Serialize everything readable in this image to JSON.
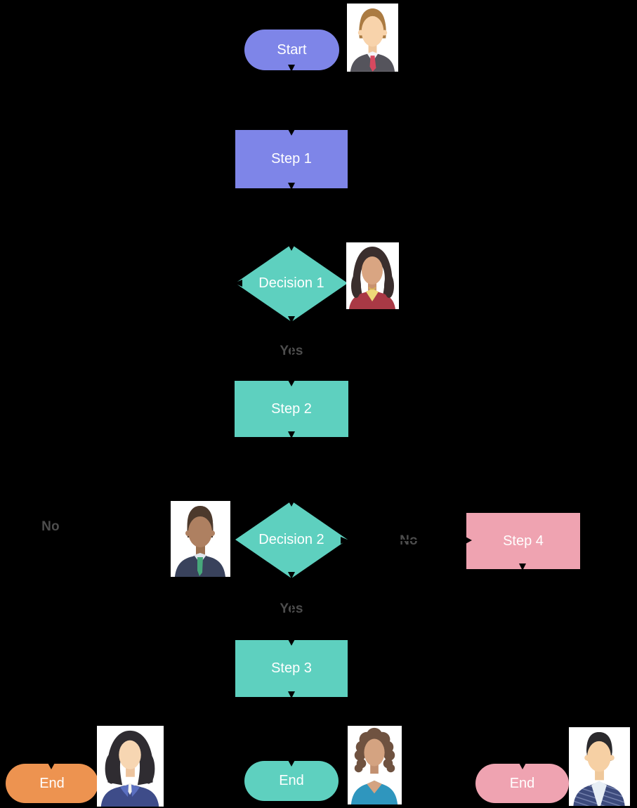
{
  "canvas": {
    "background_color": "#000000",
    "connector_color": "#000000"
  },
  "styles": {
    "edge_label_color": "#4D4D4D",
    "node_text_color": "#FFFFFF",
    "purple": "#7E85E8",
    "teal": "#5ED0BF",
    "pink": "#EFA3B1",
    "orange": "#ED9350"
  },
  "nodes": {
    "start": {
      "label": "Start",
      "shape": "terminator",
      "color": "#7E85E8"
    },
    "step1": {
      "label": "Step 1",
      "shape": "process",
      "color": "#7E85E8"
    },
    "decision1": {
      "label": "Decision 1",
      "shape": "decision",
      "color": "#5ED0BF"
    },
    "step2": {
      "label": "Step 2",
      "shape": "process",
      "color": "#5ED0BF"
    },
    "decision2": {
      "label": "Decision 2",
      "shape": "decision",
      "color": "#5ED0BF"
    },
    "step4": {
      "label": "Step 4",
      "shape": "process",
      "color": "#EFA3B1"
    },
    "step3": {
      "label": "Step 3",
      "shape": "process",
      "color": "#5ED0BF"
    },
    "end_left": {
      "label": "End",
      "shape": "terminator",
      "color": "#ED9350"
    },
    "end_middle": {
      "label": "End",
      "shape": "terminator",
      "color": "#5ED0BF"
    },
    "end_right": {
      "label": "End",
      "shape": "terminator",
      "color": "#EFA3B1"
    }
  },
  "edge_labels": {
    "decision1_yes": "Yes",
    "decision1_no": "No",
    "decision2_no": "No",
    "decision2_yes": "Yes"
  },
  "flow": [
    {
      "from": "Start",
      "to": "Step 1",
      "label": ""
    },
    {
      "from": "Step 1",
      "to": "Decision 1",
      "label": ""
    },
    {
      "from": "Decision 1",
      "to": "Step 2",
      "label": "Yes"
    },
    {
      "from": "Decision 1",
      "to": "End (left)",
      "label": "No"
    },
    {
      "from": "Step 2",
      "to": "Decision 2",
      "label": ""
    },
    {
      "from": "Decision 2",
      "to": "Step 3",
      "label": "Yes"
    },
    {
      "from": "Decision 2",
      "to": "Step 4",
      "label": "No"
    },
    {
      "from": "Step 3",
      "to": "End (middle)",
      "label": ""
    },
    {
      "from": "Step 4",
      "to": "End (right)",
      "label": ""
    }
  ],
  "avatars": {
    "start_avatar": "man-suit-red-tie-avatar",
    "decision1_avatar": "woman-dark-hair-red-jacket-avatar",
    "decision2_avatar": "man-navy-suit-green-tie-avatar",
    "end_left_avatar": "woman-black-bob-navy-jacket-avatar",
    "end_middle_avatar": "woman-curly-hair-blue-top-avatar",
    "end_right_avatar": "man-black-hair-striped-sweater-avatar"
  }
}
